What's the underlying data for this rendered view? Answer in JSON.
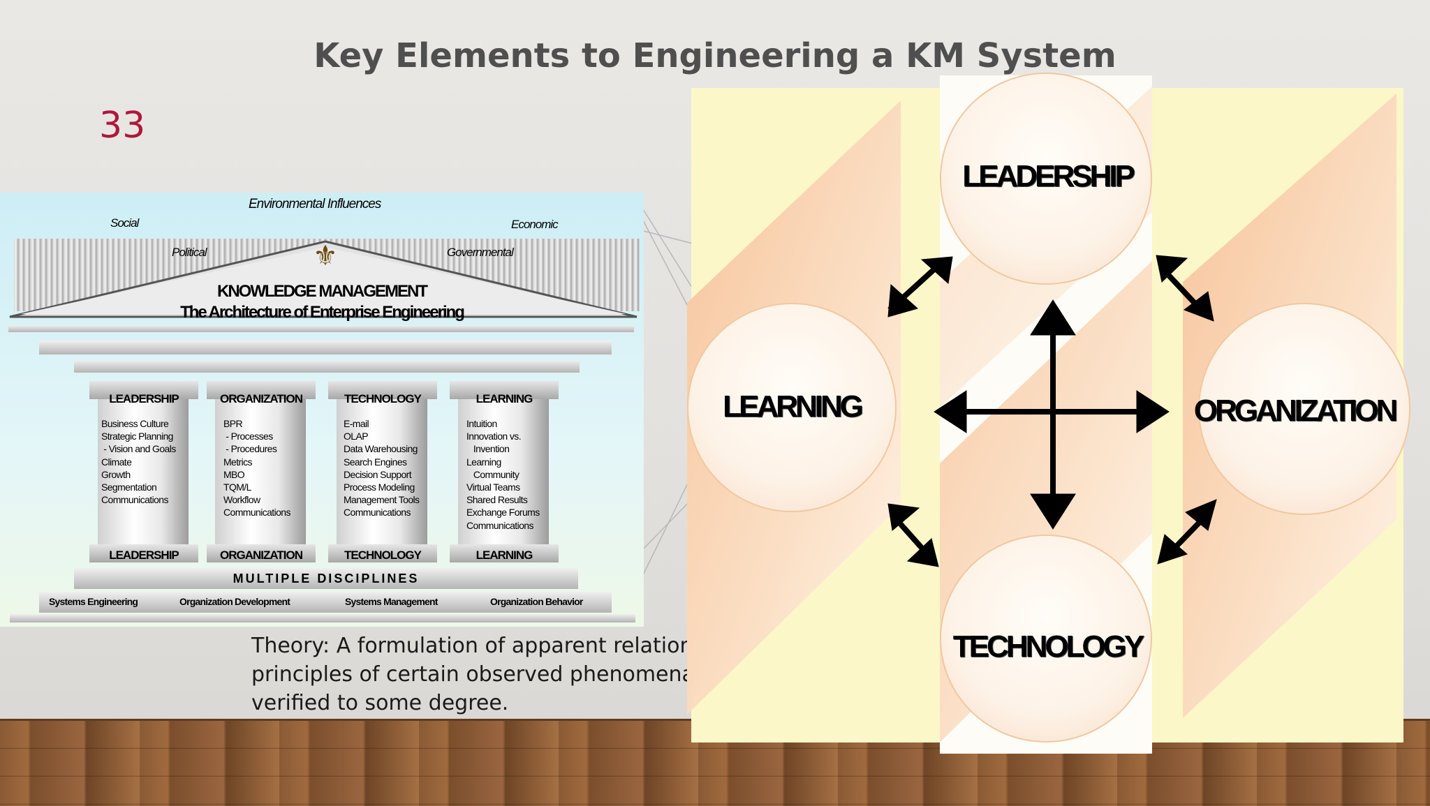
{
  "title": "Key Elements to Engineering a KM System",
  "slide_number": "33",
  "theory_text": "Theory: A formulation of apparent relationships or underlying principles of certain observed phenomena which has been verified to some degree.",
  "temple": {
    "environment_label": "Environmental Influences",
    "influences": {
      "social": "Social",
      "political": "Political",
      "governmental": "Governmental",
      "economic": "Economic"
    },
    "pediment_line1": "KNOWLEDGE MANAGEMENT",
    "pediment_line2": "The Architecture of Enterprise Engineering",
    "columns": [
      {
        "head": "LEADERSHIP",
        "foot": "LEADERSHIP",
        "body": "Business Culture\nStrategic Planning\n - Vision and Goals\nClimate\nGrowth\nSegmentation\nCommunications"
      },
      {
        "head": "ORGANIZATION",
        "foot": "ORGANIZATION",
        "body": "BPR\n - Processes\n - Procedures\nMetrics\nMBO\nTQM/L\nWorkflow\nCommunications"
      },
      {
        "head": "TECHNOLOGY",
        "foot": "TECHNOLOGY",
        "body": "E-mail\nOLAP\nData Warehousing\nSearch Engines\nDecision Support\nProcess Modeling\nManagement Tools\nCommunications"
      },
      {
        "head": "LEARNING",
        "foot": "LEARNING",
        "body": "Intuition\nInnovation vs.\n   Invention\nLearning\n   Community\nVirtual Teams\nShared Results\nExchange Forums\nCommunications"
      }
    ],
    "foundation_label": "MULTIPLE DISCIPLINES",
    "disciplines": [
      "Systems Engineering",
      "Organization Development",
      "Systems Management",
      "Organization Behavior"
    ]
  },
  "diagram": {
    "leadership": "LEADERSHIP",
    "learning": "LEARNING",
    "organization": "ORGANIZATION",
    "technology": "TECHNOLOGY"
  }
}
